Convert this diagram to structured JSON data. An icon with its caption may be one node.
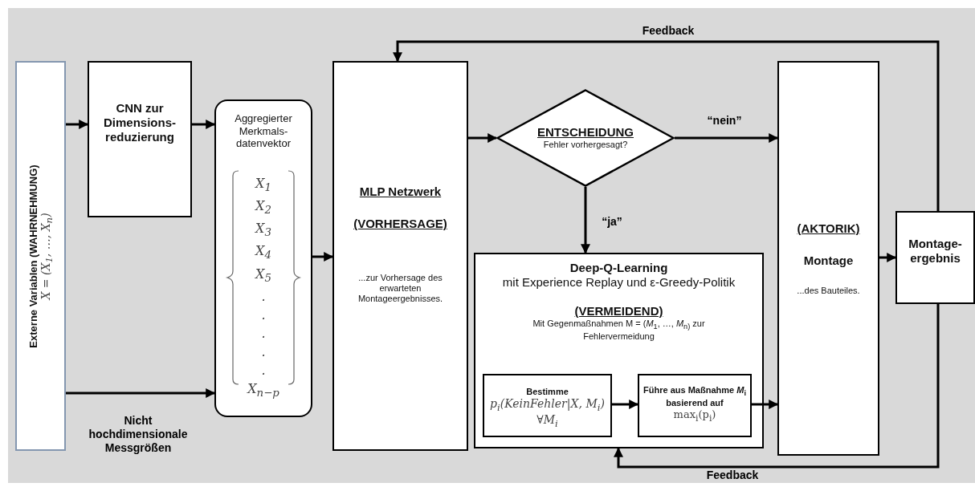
{
  "diagram": {
    "nodes": [
      {
        "text": [
          "Externe Variablen (WAHRNEHMUNG)",
          "X = (X$_{1}$, …, X$_{n}$)"
        ]
      },
      {
        "text": [
          "CNN zur Dimensions-reduzierung"
        ]
      },
      {
        "text": [
          "Aggregierter Merkmals-datenvektor",
          "X$_{1}$",
          "X$_{2}$",
          "X$_{3}$",
          "X$_{4}$",
          "X$_{5}$",
          ".",
          ".",
          ".",
          ".",
          ".",
          "X$_{n−p}$"
        ]
      },
      {
        "text": [
          "MLP Netzwerk",
          "(VORHERSAGE)",
          "...zur Vorhersage des erwarteten Montageergebnisses."
        ]
      },
      {
        "text": [
          "ENTSCHEIDUNG",
          "Fehler vorhergesagt?"
        ]
      },
      {
        "text": [
          "Deep-Q-Learning",
          "mit Experience Replay und ε-Greedy-Politik",
          "(VERMEIDEND)",
          "Mit Gegenmaßnahmen M = (*M*$_{1}$, …, *M*$_{n)}$ zur Fehlervermeidung"
        ]
      },
      {
        "text": [
          "Bestimme",
          "p$_{i}$(KeinFehler|X, M$_{i}$)",
          "∀M$_{i}$"
        ],
        "in": 5
      },
      {
        "text": [
          "Führe aus Maßnahme *M*$_{i}$ basierend auf",
          "max$_{i}$(p$_{i}$)"
        ],
        "in": 5
      },
      {
        "text": [
          "(AKTORIK)",
          "Montage",
          "...des Bauteiles."
        ]
      },
      {
        "text": [
          "Montage-ergebnis"
        ]
      }
    ],
    "edges": [
      {
        "from": 0,
        "to": 1,
        "arrow": "to"
      },
      {
        "from": 0,
        "to": 2,
        "arrow": "to",
        "label": "Nicht hochdimensionale Messgrößen"
      },
      {
        "from": 1,
        "to": 2,
        "arrow": "to"
      },
      {
        "from": 2,
        "to": 3,
        "arrow": "to"
      },
      {
        "from": 3,
        "to": 4,
        "arrow": "to"
      },
      {
        "from": 4,
        "to": 8,
        "arrow": "to",
        "label": "“nein”"
      },
      {
        "from": 4,
        "to": 5,
        "arrow": "to",
        "label": "“ja”"
      },
      {
        "from": 6,
        "to": 7,
        "arrow": "to"
      },
      {
        "from": 7,
        "to": 8,
        "arrow": "to"
      },
      {
        "from": 8,
        "to": 9,
        "arrow": "to"
      },
      {
        "from": 9,
        "to": 3,
        "arrow": "to",
        "label": "Feedback"
      },
      {
        "from": 9,
        "to": 5,
        "arrow": "to",
        "label": "Feedback"
      }
    ]
  }
}
